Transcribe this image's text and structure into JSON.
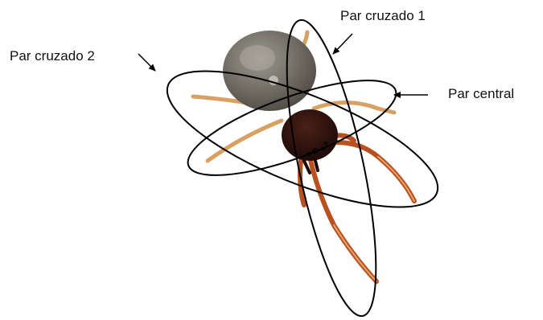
{
  "labels": {
    "cross_pair_1": "Par cruzado 1",
    "cross_pair_2": "Par cruzado 2",
    "central_pair": "Par central"
  },
  "colors": {
    "outline": "#000000",
    "abdomen": "#7a766d",
    "cephalothorax": "#3a1510",
    "leg": "#d28a4a",
    "leg_dark": "#a8401e"
  }
}
